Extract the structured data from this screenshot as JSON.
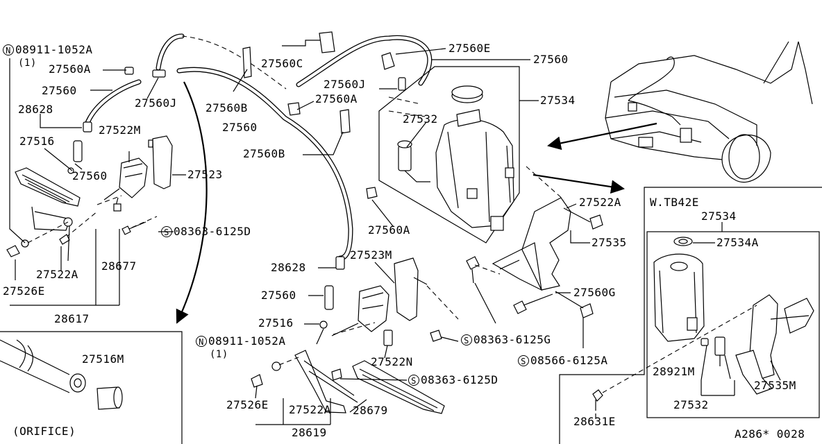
{
  "labels": {
    "l_08911_1052A_top": "08911-1052A",
    "l_qty1_top": "(1)",
    "l_27560A_a": "27560A",
    "l_27560_a": "27560",
    "l_28628_a": "28628",
    "l_27516_a": "27516",
    "l_27560J_a": "27560J",
    "l_27522M": "27522M",
    "l_27560_b": "27560",
    "l_27523": "27523",
    "l_08363_6125D_a": "08363-6125D",
    "l_27522A_a": "27522A",
    "l_28677": "28677",
    "l_27526E_a": "27526E",
    "l_28617": "28617",
    "l_27516M": "27516M",
    "l_orifice": "(ORIFICE)",
    "l_27560C": "27560C",
    "l_27560B_a": "27560B",
    "l_27560_c": "27560",
    "l_27560B_b": "27560B",
    "l_27560E": "27560E",
    "l_27560_d": "27560",
    "l_27560J_b": "27560J",
    "l_27560A_b": "27560A",
    "l_27534": "27534",
    "l_27532": "27532",
    "l_27560A_c": "27560A",
    "l_28628_b": "28628",
    "l_27523M": "27523M",
    "l_27560_e": "27560",
    "l_27516_b": "27516",
    "l_08911_1052A_bot": "08911-1052A",
    "l_qty1_bot": "(1)",
    "l_27522N": "27522N",
    "l_08363_6125D_b": "08363-6125D",
    "l_27526E_b": "27526E",
    "l_27522A_b": "27522A",
    "l_28679": "28679",
    "l_28619": "28619",
    "l_27522A_c": "27522A",
    "l_27535": "27535",
    "l_27560G": "27560G",
    "l_08363_6125G": "08363-6125G",
    "l_08566_6125A": "08566-6125A",
    "l_28631E": "28631E",
    "l_wtb42e": "W.TB42E",
    "l_27534_inset": "27534",
    "l_27534A": "27534A",
    "l_28921M": "28921M",
    "l_27535M": "27535M",
    "l_27532_inset": "27532",
    "l_ref": "A286* 0028"
  },
  "symbols": {
    "n": "N",
    "s": "S"
  }
}
